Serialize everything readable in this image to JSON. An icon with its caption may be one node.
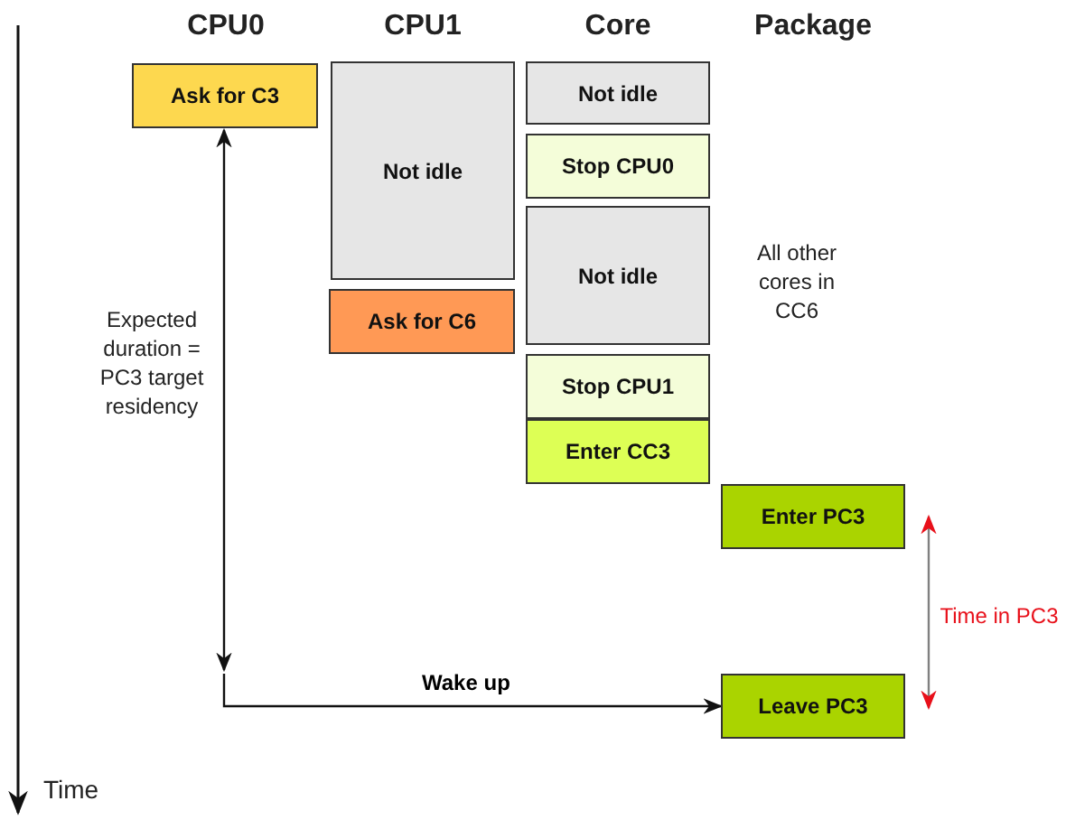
{
  "diagram": {
    "nodes": [
      {
        "text": [
          "Ask for C3"
        ]
      },
      {
        "text": [
          "Not idle"
        ]
      },
      {
        "text": [
          "Ask for C6"
        ]
      },
      {
        "text": [
          "Not idle"
        ]
      },
      {
        "text": [
          "Stop CPU0"
        ]
      },
      {
        "text": [
          "Not idle"
        ]
      },
      {
        "text": [
          "Stop CPU1"
        ]
      },
      {
        "text": [
          "Enter CC3"
        ]
      },
      {
        "text": [
          "Enter PC3"
        ]
      },
      {
        "text": [
          "Leave PC3"
        ]
      }
    ],
    "edges": [
      {
        "from": null,
        "to": 9,
        "arrow": "to",
        "label": "Wake up"
      },
      {
        "from": 0,
        "to": null,
        "arrow": "both",
        "label": "Expected duration = PC3 target residency"
      },
      {
        "from": 8,
        "to": 9,
        "arrow": "both",
        "label": "Time in PC3",
        "color": "#808080"
      }
    ],
    "labels": [
      "CPU0",
      "CPU1",
      "Core",
      "Package",
      "All other cores in CC6",
      "Time"
    ]
  }
}
